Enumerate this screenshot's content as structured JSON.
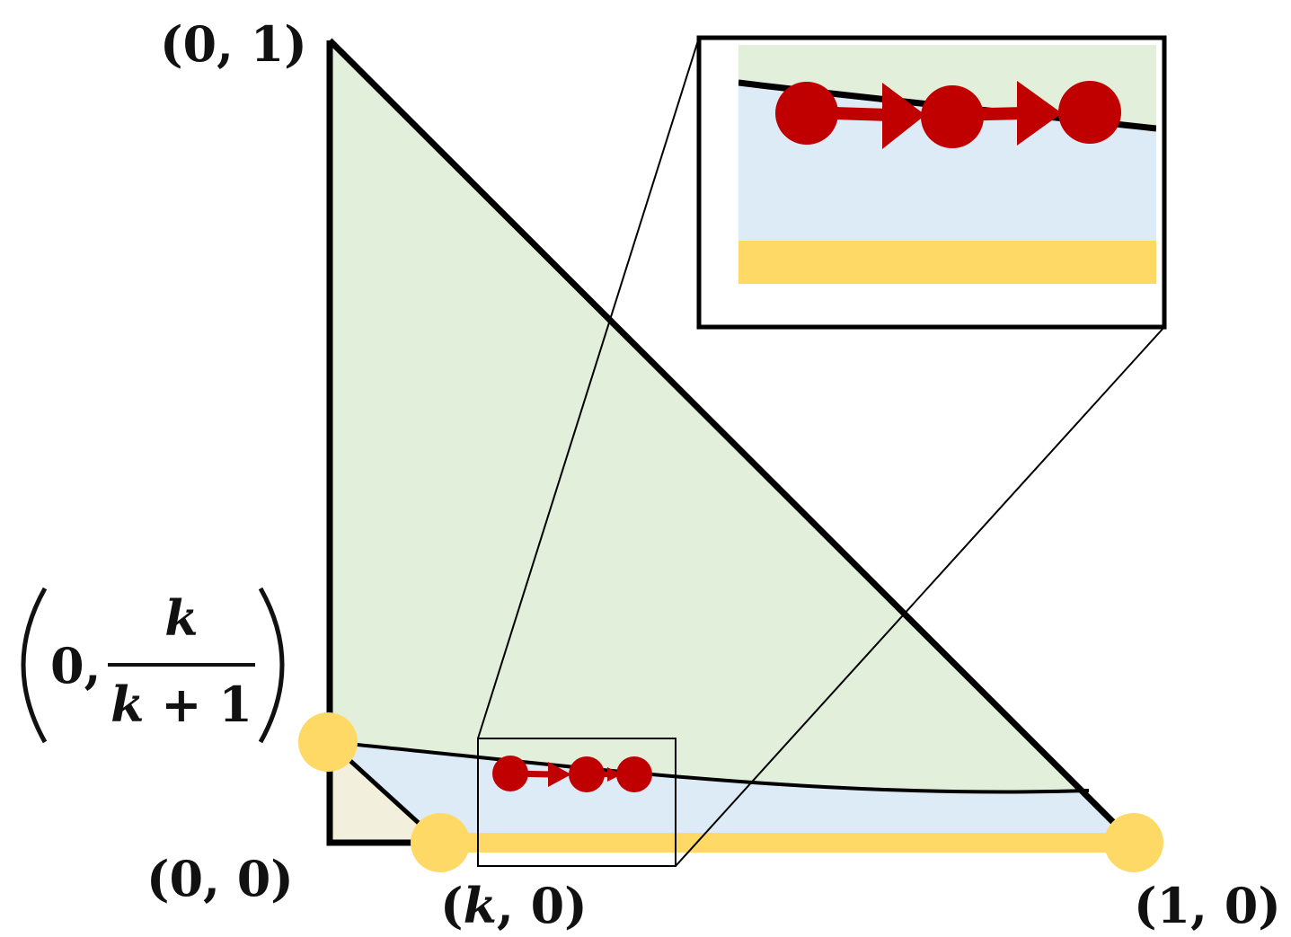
{
  "labels": {
    "top_vertex": "(0, 1)",
    "origin": "(0, 0)",
    "k_point_open": "(",
    "k_point_var": "k",
    "k_point_close": ", 0)",
    "right_vertex": "(1, 0)",
    "left_point_zero": "0,",
    "left_point_numerator": "k",
    "left_point_denominator_var": "k",
    "left_point_denominator_rest": " + 1"
  },
  "colors": {
    "outline": "#000000",
    "region_green": "#e2efda",
    "region_blue": "#ddebf7",
    "region_cream": "#f2f0dc",
    "segment_yellow": "#ffd966",
    "trajectory_red": "#c00000",
    "inset_frame": "#000000"
  },
  "icons": {
    "vertex_marker": "yellow-circle",
    "trajectory_dot": "red-dot",
    "trajectory_arrow": "red-arrow"
  }
}
